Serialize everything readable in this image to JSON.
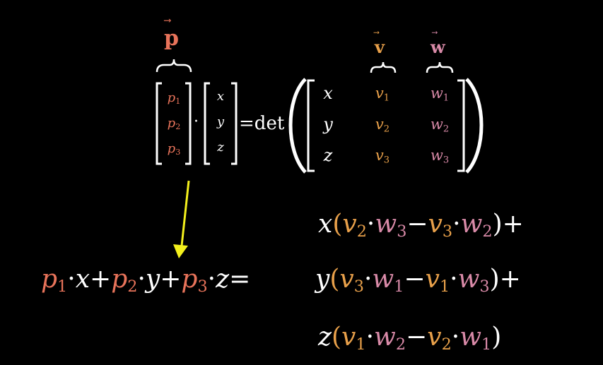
{
  "colors": {
    "background": "#000000",
    "p": "#e8735a",
    "v": "#e8a04a",
    "w": "#d98aa8",
    "text": "#ffffff",
    "arrow": "#f4f01c"
  },
  "top": {
    "p_label": "p",
    "v_label": "v",
    "w_label": "w",
    "vec_arrow": "⃗",
    "p_entries": [
      {
        "base": "p",
        "sub": "1"
      },
      {
        "base": "p",
        "sub": "2"
      },
      {
        "base": "p",
        "sub": "3"
      }
    ],
    "xyz_entries": [
      "x",
      "y",
      "z"
    ],
    "dot": "·",
    "equals": "=",
    "det": "det",
    "matrix": {
      "col1": [
        "x",
        "y",
        "z"
      ],
      "col2": [
        {
          "base": "v",
          "sub": "1"
        },
        {
          "base": "v",
          "sub": "2"
        },
        {
          "base": "v",
          "sub": "3"
        }
      ],
      "col3": [
        {
          "base": "w",
          "sub": "1"
        },
        {
          "base": "w",
          "sub": "2"
        },
        {
          "base": "w",
          "sub": "3"
        }
      ]
    }
  },
  "bottom": {
    "lhs": [
      {
        "base": "p",
        "sub": "1",
        "var": "x",
        "op": "+"
      },
      {
        "base": "p",
        "sub": "2",
        "var": "y",
        "op": "+"
      },
      {
        "base": "p",
        "sub": "3",
        "var": "z",
        "op": "="
      }
    ],
    "rows": [
      {
        "var": "x",
        "a": {
          "base": "v",
          "sub": "2"
        },
        "b": {
          "base": "w",
          "sub": "3"
        },
        "c": {
          "base": "v",
          "sub": "3"
        },
        "d": {
          "base": "w",
          "sub": "2"
        },
        "tail": ")+"
      },
      {
        "var": "y",
        "a": {
          "base": "v",
          "sub": "3"
        },
        "b": {
          "base": "w",
          "sub": "1"
        },
        "c": {
          "base": "v",
          "sub": "1"
        },
        "d": {
          "base": "w",
          "sub": "3"
        },
        "tail": ")+"
      },
      {
        "var": "z",
        "a": {
          "base": "v",
          "sub": "1"
        },
        "b": {
          "base": "w",
          "sub": "2"
        },
        "c": {
          "base": "v",
          "sub": "2"
        },
        "d": {
          "base": "w",
          "sub": "1"
        },
        "tail": ")"
      }
    ],
    "open_paren": "(",
    "minus": "−",
    "dot": "·"
  }
}
